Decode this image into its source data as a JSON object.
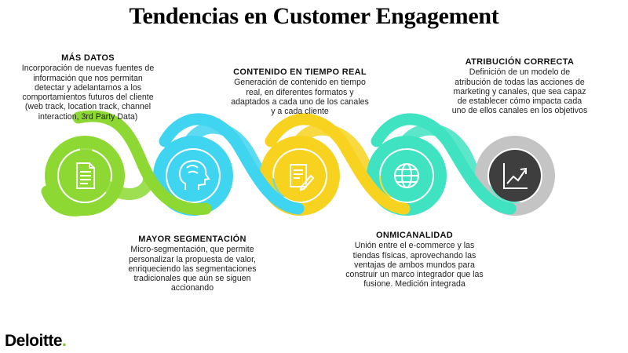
{
  "title": "Tendencias en Customer Engagement",
  "items": [
    {
      "heading": "MÁS DATOS",
      "body": "Incorporación de nuevas fuentes de información que nos permitan detectar y adelantarnos a los comportamientos futuros del cliente (web track, location track, channel interaction, 3rd Party Data)",
      "color": "#8DD832",
      "icon": "document-icon"
    },
    {
      "heading": "MAYOR SEGMENTACIÓN",
      "body": "Micro-segmentación, que permite personalizar la propuesta de valor, enriqueciendo las segmentaciones tradicionales que aún se siguen accionando",
      "color": "#3FD4F0",
      "icon": "head-brain-icon"
    },
    {
      "heading": "CONTENIDO EN TIEMPO REAL",
      "body": "Generación de contenido en tiempo real, en diferentes formatos y adaptados a cada uno de los canales y a cada cliente",
      "color": "#F7D21E",
      "icon": "edit-document-icon"
    },
    {
      "heading": "ONMICANALIDAD",
      "body": "Unión entre el e-commerce y las tiendas físicas, aprovechando las ventajas de ambos mundos para construir un marco integrador que las fusione. Medición integrada",
      "color": "#3FE3C2",
      "icon": "globe-icon"
    },
    {
      "heading": "ATRIBUCIÓN CORRECTA",
      "body": "Definición de un modelo de atribución de todas las acciones de marketing y canales, que sea capaz de establecer cómo impacta cada uno de ellos canales en los objetivos",
      "color": "#C4C4C4",
      "icon": "trend-chart-icon"
    }
  ],
  "logo": {
    "text": "Deloitte",
    "dot": ".",
    "dot_color": "#86BC25"
  }
}
